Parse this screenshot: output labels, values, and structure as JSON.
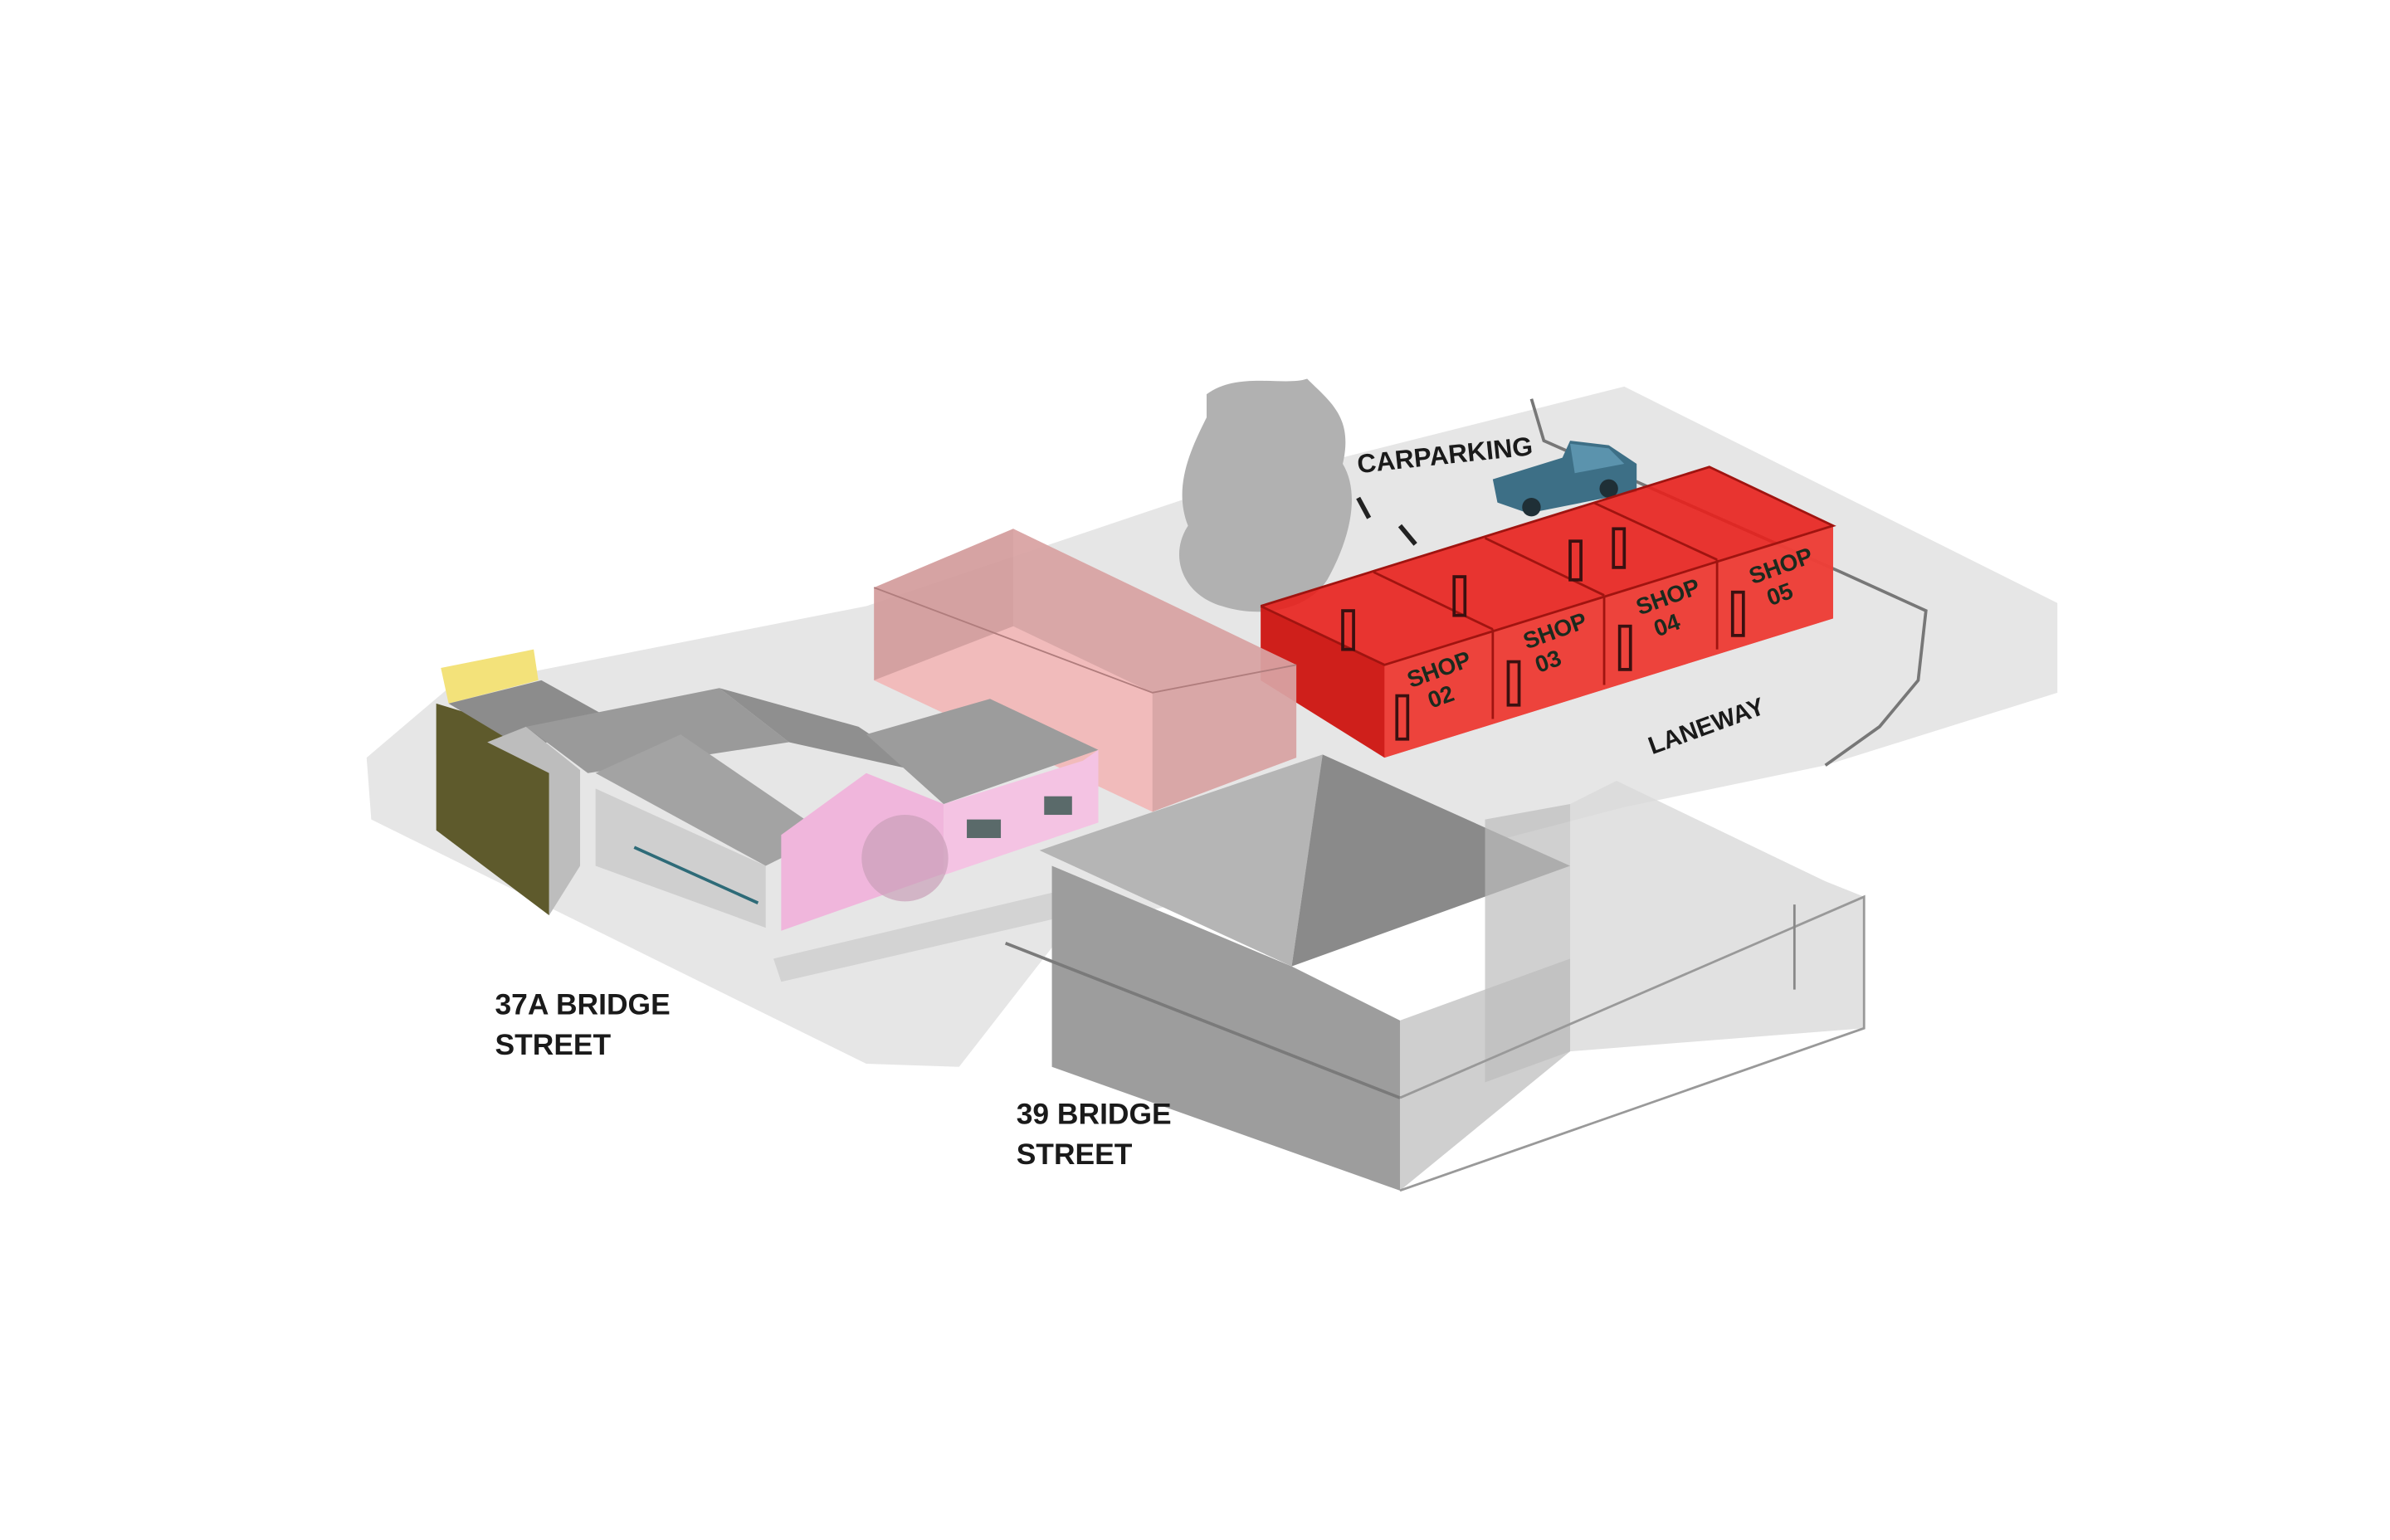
{
  "labels": {
    "carparking": "CARPARKING",
    "laneway": "LANEWAY",
    "site_37a_line1": "37A BRIDGE",
    "site_37a_line2": "STREET",
    "site_39_line1": "39 BRIDGE",
    "site_39_line2": "STREET"
  },
  "shops": [
    {
      "word": "SHOP",
      "number": "02"
    },
    {
      "word": "SHOP",
      "number": "03"
    },
    {
      "word": "SHOP",
      "number": "04"
    },
    {
      "word": "SHOP",
      "number": "05"
    }
  ],
  "colors": {
    "ground": "#e6e6e6",
    "shops_red": "#e8201c",
    "proposed_pink": "#f2b3b3",
    "existing_gray": "#a9a9a9",
    "house_pink": "#f0b6dc",
    "truck_blue": "#3d6f86",
    "wall_olive": "#5e5a2c",
    "roof_yellow": "#f3e27a"
  }
}
